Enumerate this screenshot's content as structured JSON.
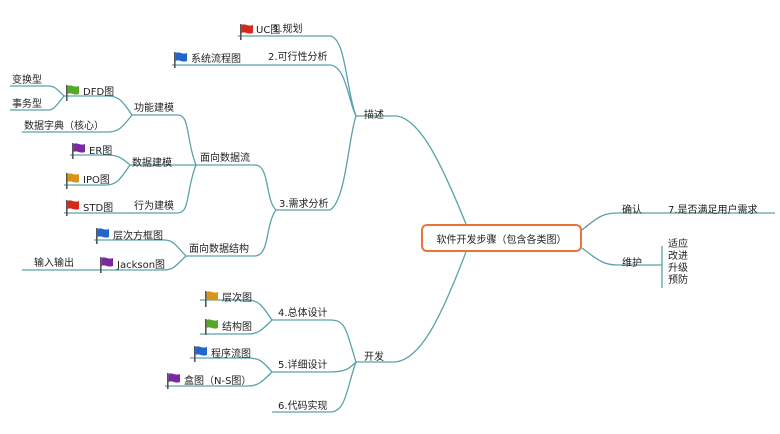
{
  "center": "软件开发步骤（包含各类图）",
  "main": {
    "describe": "描述",
    "develop": "开发",
    "confirm": "确认",
    "maintain": "维护"
  },
  "describe_children": {
    "planning": "1.规划",
    "feasibility": "2.可行性分析",
    "requirements": "3.需求分析"
  },
  "leaves": {
    "uc": "UC图",
    "sysflow": "系统流程图",
    "dataflow": "面向数据流",
    "datastruct": "面向数据结构",
    "func_model": "功能建模",
    "data_model": "数据建模",
    "behavior_model": "行为建模",
    "dfd": "DFD图",
    "transform": "变换型",
    "transaction": "事务型",
    "dict": "数据字典（核心）",
    "er": "ER图",
    "ipo": "IPO图",
    "std": "STD图",
    "hierarchy_frame": "层次方框图",
    "jackson": "Jackson图",
    "io": "输入输出"
  },
  "develop_children": {
    "overall": "4.总体设计",
    "detail": "5.详细设计",
    "code": "6.代码实现",
    "hierarchy": "层次图",
    "structure": "结构图",
    "program_flow": "程序流图",
    "box": "盒图（N-S图）"
  },
  "confirm_child": "7.是否满足用户需求",
  "maintain_items": [
    "适应",
    "改进",
    "升级",
    "预防"
  ],
  "colors": {
    "line": "#5aa3a8",
    "center_border": "#e8743b",
    "flag_red": "#d6281a",
    "flag_blue": "#2266cc",
    "flag_green": "#55a82a",
    "flag_purple": "#7a2aa0",
    "flag_orange": "#d69418"
  }
}
